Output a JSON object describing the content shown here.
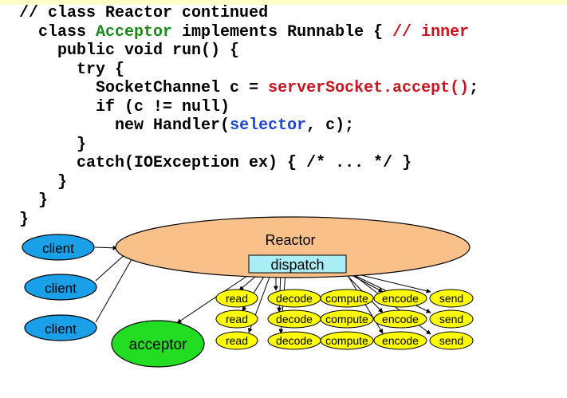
{
  "code": {
    "lines": [
      {
        "indent": "  ",
        "segments": [
          {
            "text": "// class Reactor continued",
            "color": "default"
          }
        ]
      },
      {
        "indent": "    ",
        "segments": [
          {
            "text": "class ",
            "color": "default"
          },
          {
            "text": "Acceptor",
            "color": "green"
          },
          {
            "text": " implements Runnable { ",
            "color": "default"
          },
          {
            "text": "// inner",
            "color": "red"
          }
        ]
      },
      {
        "indent": "      ",
        "segments": [
          {
            "text": "public void run() {",
            "color": "default"
          }
        ]
      },
      {
        "indent": "        ",
        "segments": [
          {
            "text": "try {",
            "color": "default"
          }
        ]
      },
      {
        "indent": "          ",
        "segments": [
          {
            "text": "SocketChannel c = ",
            "color": "default"
          },
          {
            "text": "serverSocket.accept()",
            "color": "red"
          },
          {
            "text": ";",
            "color": "default"
          }
        ]
      },
      {
        "indent": "          ",
        "segments": [
          {
            "text": "if (c != null)",
            "color": "default"
          }
        ]
      },
      {
        "indent": "            ",
        "segments": [
          {
            "text": "new Handler(",
            "color": "default"
          },
          {
            "text": "selector",
            "color": "blue"
          },
          {
            "text": ", c);",
            "color": "default"
          }
        ]
      },
      {
        "indent": "        ",
        "segments": [
          {
            "text": "}",
            "color": "default"
          }
        ]
      },
      {
        "indent": "        ",
        "segments": [
          {
            "text": "catch(IOException ex) { /* ... */ }",
            "color": "default"
          }
        ]
      },
      {
        "indent": "      ",
        "segments": [
          {
            "text": "}",
            "color": "default"
          }
        ]
      },
      {
        "indent": "    ",
        "segments": [
          {
            "text": "}",
            "color": "default"
          }
        ]
      },
      {
        "indent": "  ",
        "segments": [
          {
            "text": "}",
            "color": "default"
          }
        ]
      }
    ]
  },
  "diagram": {
    "reactor_label": "Reactor",
    "dispatch_label": "dispatch",
    "clients": [
      "client",
      "client",
      "client"
    ],
    "acceptor_label": "acceptor",
    "handler_row_labels": [
      "read",
      "decode",
      "compute",
      "encode",
      "send"
    ],
    "handler_row_count": 3
  },
  "colors": {
    "client_fill": "#1aa0e8",
    "reactor_fill": "#f9c08a",
    "dispatch_fill": "#a8eef4",
    "acceptor_fill": "#22dd22",
    "handler_fill": "#ffff00",
    "green": "#1b8a1b",
    "red": "#c8141e",
    "blue": "#1e46d2"
  }
}
